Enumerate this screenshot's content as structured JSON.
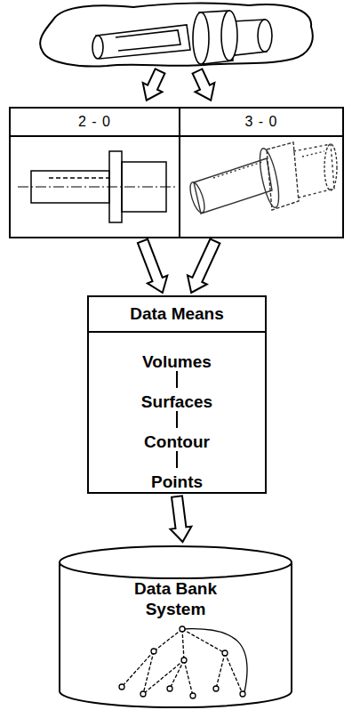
{
  "diagram": {
    "nodes": [
      {
        "text": [
          "2 - 0"
        ]
      },
      {
        "text": [
          "3 - 0"
        ]
      },
      {
        "text": [
          "Data Means",
          "Volumes",
          "Surfaces",
          "Contour",
          "Points"
        ]
      },
      {
        "text": [
          "Data Bank System"
        ]
      }
    ],
    "edges": [
      {
        "from": 0,
        "to": 2,
        "arrow": "to"
      },
      {
        "from": 1,
        "to": 2,
        "arrow": "to"
      },
      {
        "from": 2,
        "to": 3,
        "arrow": "to"
      }
    ]
  }
}
